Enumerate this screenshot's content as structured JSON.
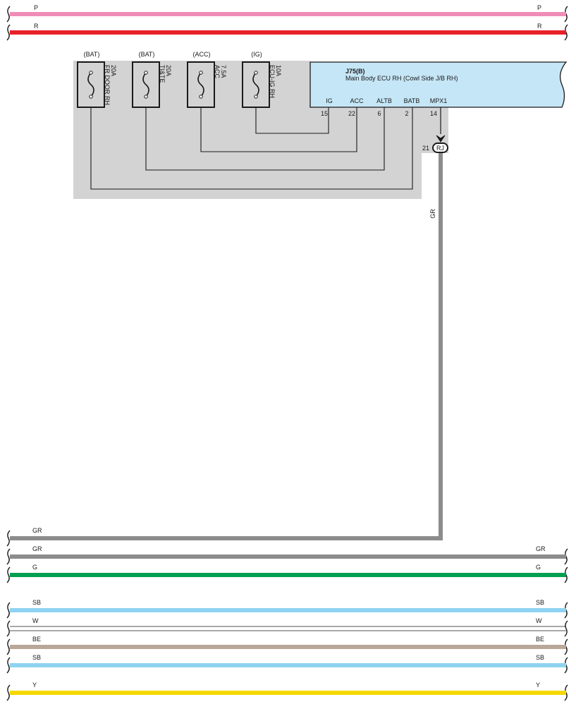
{
  "wire_colors": {
    "P": "#f08cb8",
    "R": "#e8202a",
    "GR": "#8c8c8c",
    "G": "#00a050",
    "SB": "#8fd3f0",
    "W": "#ffffff",
    "BE": "#b8a898",
    "Y": "#f5d800"
  },
  "background_panel_color": "#d3d3d3",
  "ecu_fill_color": "#c5e6f6",
  "top_wires": [
    {
      "left_label": "P",
      "right_label": "P",
      "color_key": "P"
    },
    {
      "left_label": "R",
      "right_label": "R",
      "color_key": "R"
    }
  ],
  "fuses": [
    {
      "source": "(BAT)",
      "rating": "20A",
      "name": "FR DOOR RH"
    },
    {
      "source": "(BAT)",
      "rating": "20A",
      "name": "TI&TE"
    },
    {
      "source": "(ACC)",
      "rating": "7.5A",
      "name": "ACC"
    },
    {
      "source": "(IG)",
      "rating": "10A",
      "name": "ECU-IG RH"
    }
  ],
  "ecu": {
    "code": "J75(B)",
    "name": "Main Body ECU RH (Cowl Side J/B RH)",
    "terminals": [
      {
        "name": "IG",
        "pin": "15"
      },
      {
        "name": "ACC",
        "pin": "22"
      },
      {
        "name": "ALTB",
        "pin": "6"
      },
      {
        "name": "BATB",
        "pin": "2"
      },
      {
        "name": "MPX1",
        "pin": "14"
      }
    ]
  },
  "connector": {
    "code": "RJ",
    "pin": "21"
  },
  "vertical_wire_label": "GR",
  "lower_wires": [
    {
      "left_label": "GR",
      "right_label": "",
      "color_key": "GR"
    },
    {
      "left_label": "GR",
      "right_label": "GR",
      "color_key": "GR"
    },
    {
      "left_label": "G",
      "right_label": "G",
      "color_key": "G"
    },
    {
      "left_label": "SB",
      "right_label": "SB",
      "color_key": "SB"
    },
    {
      "left_label": "W",
      "right_label": "W",
      "color_key": "W"
    },
    {
      "left_label": "BE",
      "right_label": "BE",
      "color_key": "BE"
    },
    {
      "left_label": "SB",
      "right_label": "SB",
      "color_key": "SB"
    },
    {
      "left_label": "Y",
      "right_label": "Y",
      "color_key": "Y"
    }
  ]
}
